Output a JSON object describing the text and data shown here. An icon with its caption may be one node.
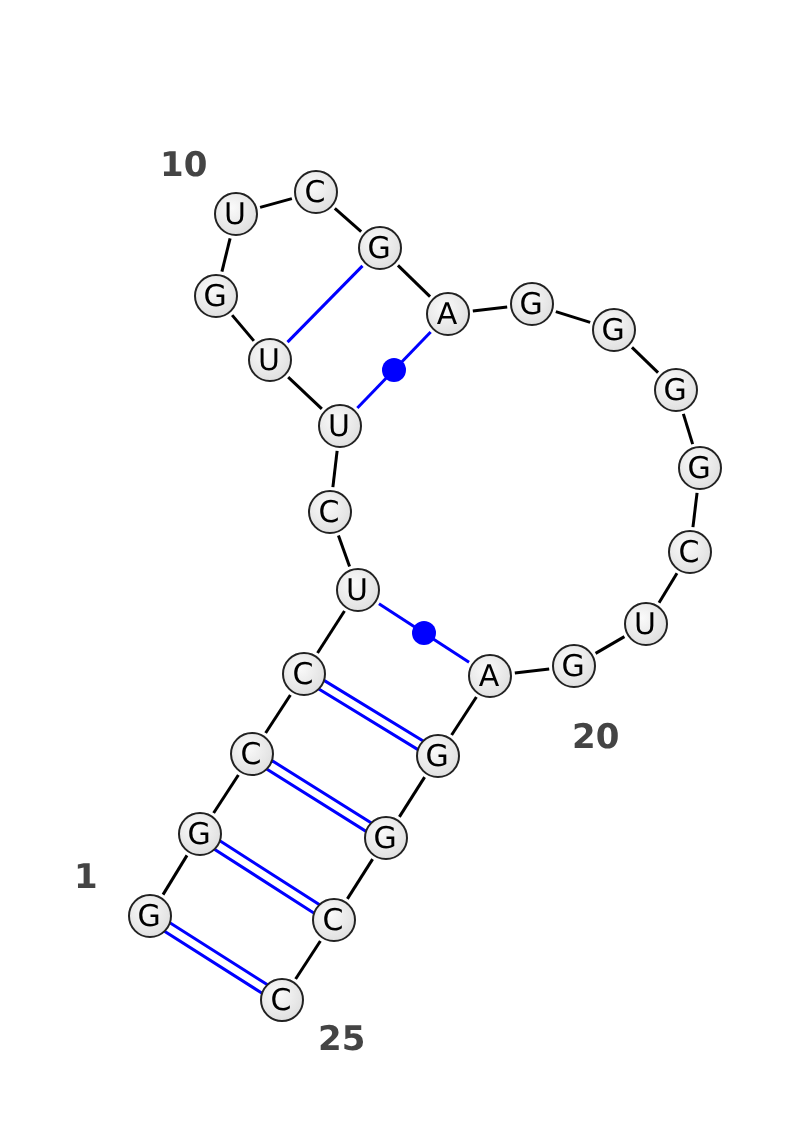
{
  "diagram": {
    "nodes": [
      {
        "text": [
          "G"
        ]
      },
      {
        "text": [
          "G"
        ]
      },
      {
        "text": [
          "C"
        ]
      },
      {
        "text": [
          "C"
        ]
      },
      {
        "text": [
          "U"
        ]
      },
      {
        "text": [
          "C"
        ]
      },
      {
        "text": [
          "U"
        ]
      },
      {
        "text": [
          "U"
        ]
      },
      {
        "text": [
          "G"
        ]
      },
      {
        "text": [
          "U"
        ]
      },
      {
        "text": [
          "C"
        ]
      },
      {
        "text": [
          "G"
        ]
      },
      {
        "text": [
          "A"
        ]
      },
      {
        "text": [
          "G"
        ]
      },
      {
        "text": [
          "G"
        ]
      },
      {
        "text": [
          "G"
        ]
      },
      {
        "text": [
          "G"
        ]
      },
      {
        "text": [
          "C"
        ]
      },
      {
        "text": [
          "U"
        ]
      },
      {
        "text": [
          "G"
        ]
      },
      {
        "text": [
          "A"
        ]
      },
      {
        "text": [
          "G"
        ]
      },
      {
        "text": [
          "G"
        ]
      },
      {
        "text": [
          "C"
        ]
      },
      {
        "text": [
          "C"
        ]
      }
    ],
    "edges": [
      {
        "from": 0,
        "to": 1,
        "arrow": "none"
      },
      {
        "from": 1,
        "to": 2,
        "arrow": "none"
      },
      {
        "from": 2,
        "to": 3,
        "arrow": "none"
      },
      {
        "from": 3,
        "to": 4,
        "arrow": "none"
      },
      {
        "from": 4,
        "to": 5,
        "arrow": "none"
      },
      {
        "from": 5,
        "to": 6,
        "arrow": "none"
      },
      {
        "from": 6,
        "to": 7,
        "arrow": "none"
      },
      {
        "from": 7,
        "to": 8,
        "arrow": "none"
      },
      {
        "from": 8,
        "to": 9,
        "arrow": "none"
      },
      {
        "from": 9,
        "to": 10,
        "arrow": "none"
      },
      {
        "from": 10,
        "to": 11,
        "arrow": "none"
      },
      {
        "from": 11,
        "to": 12,
        "arrow": "none"
      },
      {
        "from": 12,
        "to": 13,
        "arrow": "none"
      },
      {
        "from": 13,
        "to": 14,
        "arrow": "none"
      },
      {
        "from": 14,
        "to": 15,
        "arrow": "none"
      },
      {
        "from": 15,
        "to": 16,
        "arrow": "none"
      },
      {
        "from": 16,
        "to": 17,
        "arrow": "none"
      },
      {
        "from": 17,
        "to": 18,
        "arrow": "none"
      },
      {
        "from": 18,
        "to": 19,
        "arrow": "none"
      },
      {
        "from": 19,
        "to": 20,
        "arrow": "none"
      },
      {
        "from": 20,
        "to": 21,
        "arrow": "none"
      },
      {
        "from": 21,
        "to": 22,
        "arrow": "none"
      },
      {
        "from": 22,
        "to": 23,
        "arrow": "none"
      },
      {
        "from": 23,
        "to": 24,
        "arrow": "none"
      },
      {
        "from": 0,
        "to": 24,
        "arrow": "none",
        "color": "#0000ff"
      },
      {
        "from": 1,
        "to": 23,
        "arrow": "none",
        "color": "#0000ff"
      },
      {
        "from": 2,
        "to": 22,
        "arrow": "none",
        "color": "#0000ff"
      },
      {
        "from": 3,
        "to": 21,
        "arrow": "none",
        "color": "#0000ff"
      },
      {
        "from": 4,
        "to": 20,
        "arrow": "none",
        "color": "#0000ff"
      },
      {
        "from": 6,
        "to": 12,
        "arrow": "none",
        "color": "#0000ff"
      },
      {
        "from": 7,
        "to": 11,
        "arrow": "none",
        "color": "#0000ff"
      }
    ],
    "labels": [
      "10",
      "20",
      "1",
      "25"
    ]
  }
}
